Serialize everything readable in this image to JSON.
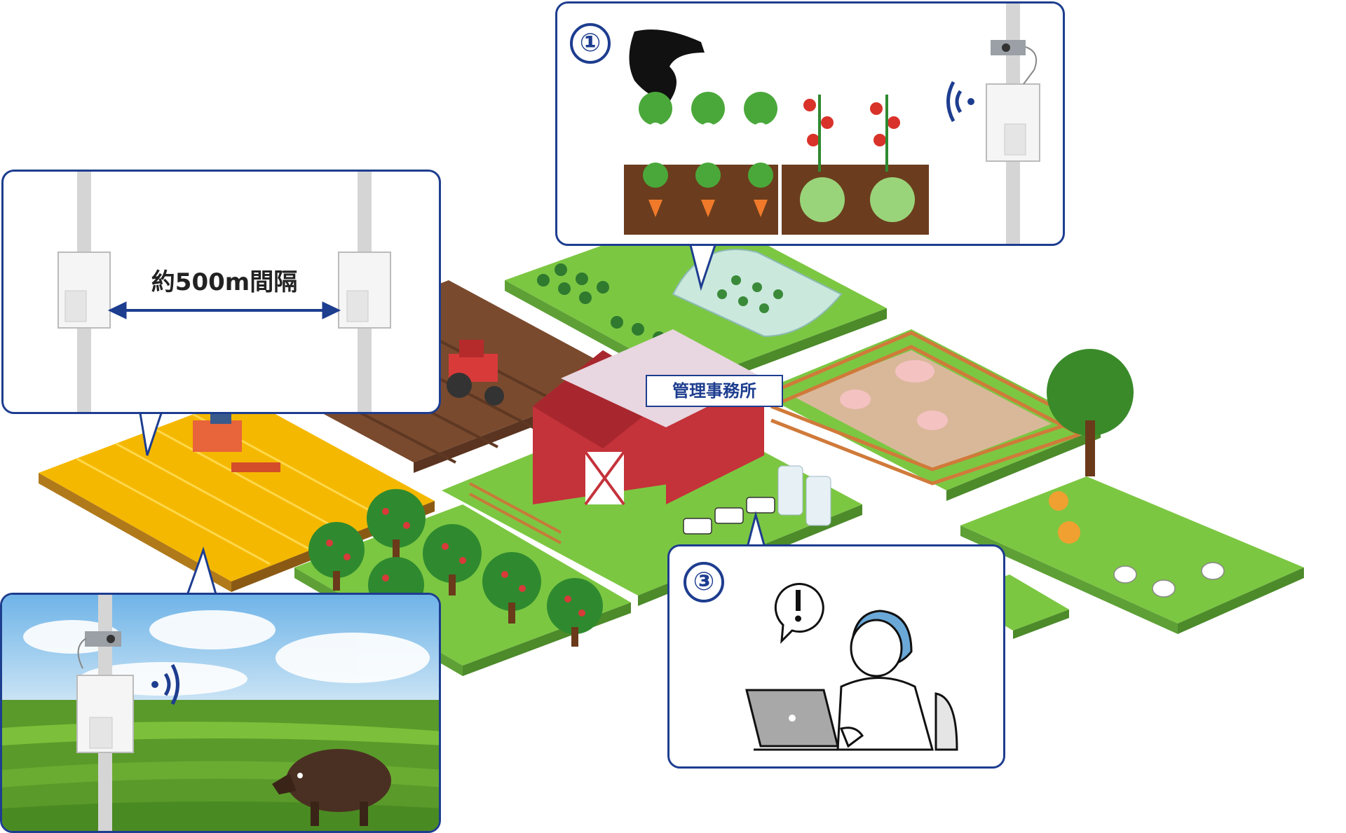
{
  "office": {
    "label": "管理事務所"
  },
  "callouts": {
    "interval": {
      "label": "約500m間隔"
    },
    "crops": {
      "number": "①"
    },
    "operator": {
      "number": "③"
    }
  },
  "colors": {
    "frame_blue": "#1d3d8f",
    "field_yellow": "#f5b800",
    "grass_green": "#7cc742",
    "soil_brown": "#7a4a2e",
    "barn_red": "#c4323a"
  },
  "icons": [
    "camera-icon",
    "wifi-signal-icon",
    "hand-icon",
    "alert-bubble-icon",
    "laptop-icon",
    "boar-icon"
  ]
}
